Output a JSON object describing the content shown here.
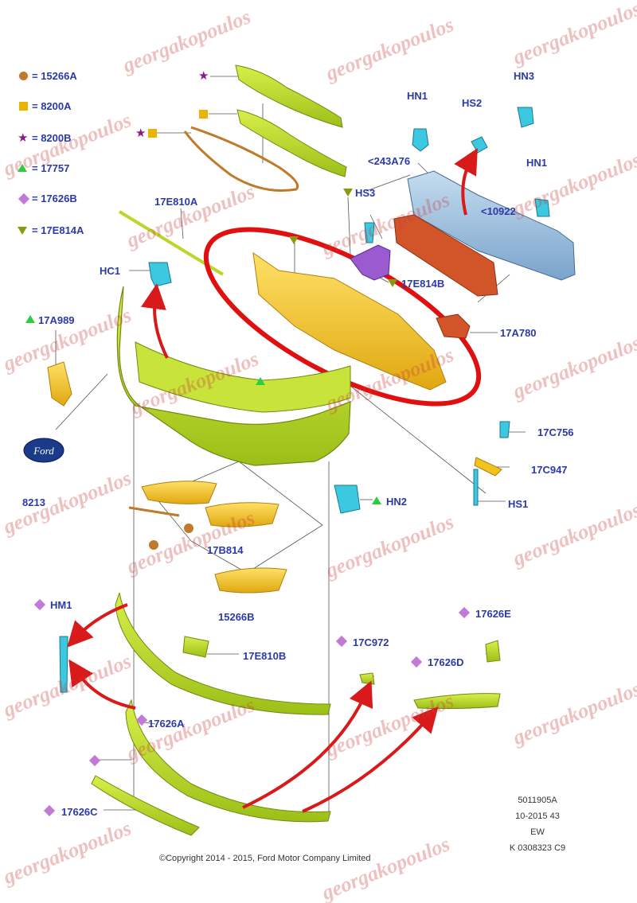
{
  "legend": [
    {
      "symbol": "dot",
      "color": "#c07a2a",
      "text": "= 15266A"
    },
    {
      "symbol": "square",
      "color": "#e8b400",
      "text": "= 8200A"
    },
    {
      "symbol": "star",
      "color": "#8a1a8a",
      "text": "= 8200B"
    },
    {
      "symbol": "triangle-up",
      "color": "#2ecc40",
      "text": "= 17757"
    },
    {
      "symbol": "diamond",
      "color": "#c27ad6",
      "text": "= 17626B"
    },
    {
      "symbol": "triangle-down",
      "color": "#8a9a10",
      "text": "= 17E814A"
    }
  ],
  "callouts": {
    "hn3": "HN3",
    "hn1_top": "HN1",
    "hs2": "HS2",
    "hn1_right": "HN1",
    "p243a76": "<243A76",
    "hs3": "HS3",
    "p10922": "<10922",
    "p17e810a": "17E810A",
    "hc1": "HC1",
    "p17e814b": "17E814B",
    "p17a989": "17A989",
    "p17a780": "17A780",
    "p17c756": "17C756",
    "p8213": "8213",
    "p17c947": "17C947",
    "hs1": "HS1",
    "hn2": "HN2",
    "p17b814": "17B814",
    "p15266b": "15266B",
    "hm1": "HM1",
    "p17626e": "17626E",
    "p17c972": "17C972",
    "p17e810b": "17E810B",
    "p17626d": "17626D",
    "p17626a": "17626A",
    "p17626c": "17626C"
  },
  "logo_text": "Ford",
  "watermark_text": "georgakopoulos",
  "meta_lines": [
    "5011905A",
    "10-2015 43",
    "EW",
    "K 0308323 C9"
  ],
  "copyright": "©Copyright 2014 - 2015, Ford Motor Company Limited",
  "colors": {
    "label": "#2b3aa8",
    "part_green": "#b8d82a",
    "part_yellow": "#f2c31a",
    "part_cyan": "#3cc8e0",
    "part_steel": "#8ab4d8",
    "part_red": "#d2552a",
    "part_purple": "#9a5ad0",
    "highlight_ring": "#e01010",
    "arrow": "#d81a1a"
  }
}
